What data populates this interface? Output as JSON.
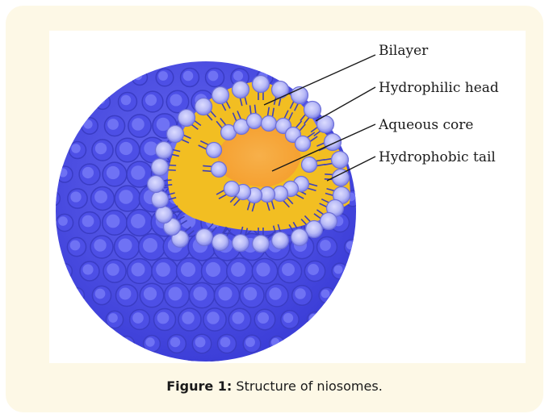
{
  "figure": {
    "labels": [
      {
        "id": "bilayer",
        "text": "Bilayer"
      },
      {
        "id": "hydrophilic-head",
        "text": "Hydrophilic head"
      },
      {
        "id": "aqueous-core",
        "text": "Aqueous core"
      },
      {
        "id": "hydrophobic-tail",
        "text": "Hydrophobic tail"
      }
    ],
    "colors": {
      "outer_sphere": "#4d4fe6",
      "head_light": "#c6c8ff",
      "bilayer_fill": "#f2be22",
      "core_fill": "#f6ab3c",
      "tail": "#3e40b8"
    }
  },
  "caption": {
    "prefix": "Figure 1:",
    "text": "Structure of niosomes."
  }
}
